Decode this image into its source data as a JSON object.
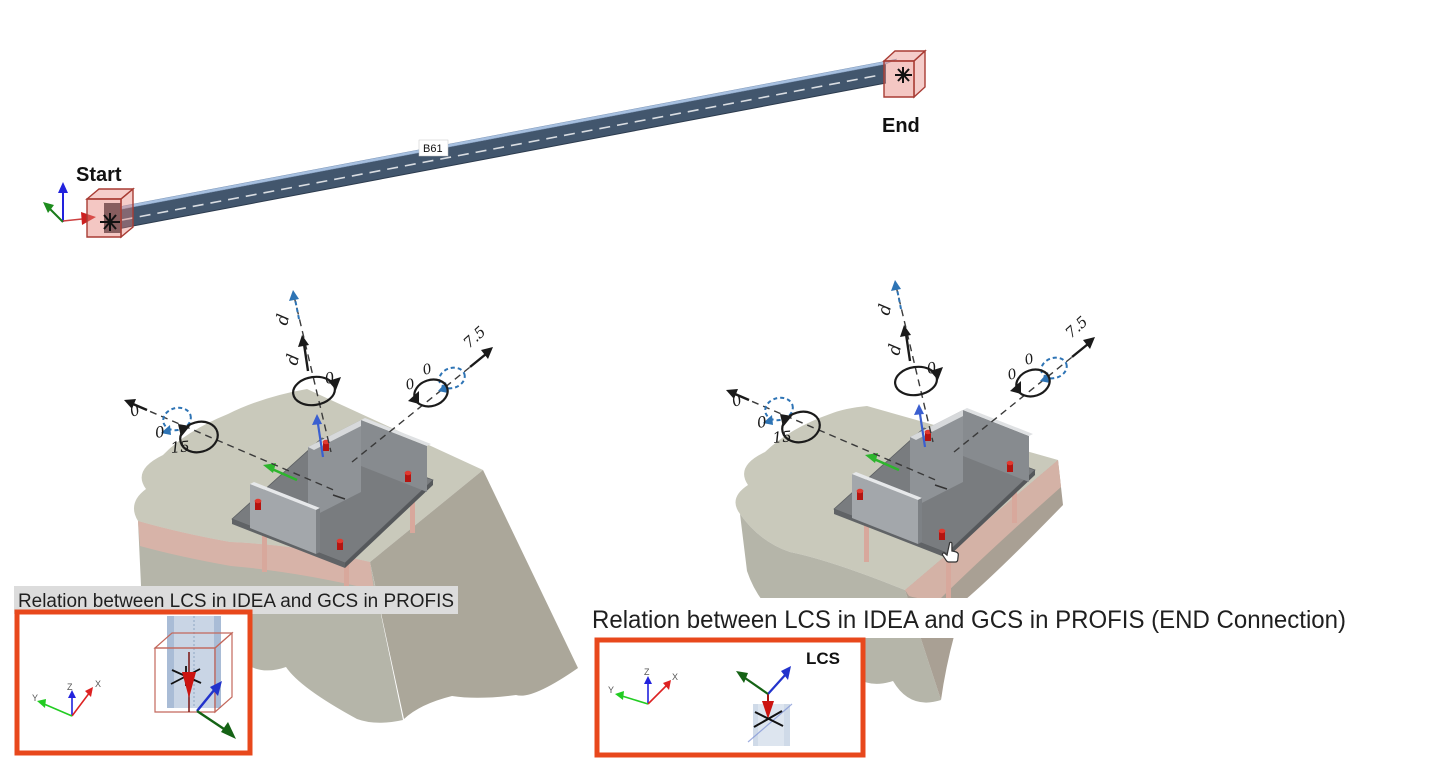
{
  "figure": {
    "description_labels_only": true
  },
  "beam_view": {
    "start_label": "Start",
    "end_label": "End",
    "beam_label": "B61"
  },
  "connection_views": {
    "left": {
      "vertical_axis": {
        "blue_label": "d",
        "black_label": "d",
        "circle_label": "0"
      },
      "left_axis": {
        "end_label": "0",
        "outer_circle_label": "0",
        "inner_circle_label": "15"
      },
      "right_axis": {
        "end_label": "7.5",
        "outer_circle_label": "0",
        "inner_circle_label": "0"
      }
    },
    "right": {
      "vertical_axis": {
        "blue_label": "d",
        "black_label": "d",
        "circle_label": "0"
      },
      "left_axis": {
        "end_label": "0",
        "outer_circle_label": "0",
        "inner_circle_label": "15"
      },
      "right_axis": {
        "end_label": "7.5",
        "outer_circle_label": "0",
        "inner_circle_label": "0"
      }
    }
  },
  "captions": {
    "left": "Relation between LCS in IDEA and GCS in PROFIS",
    "right": "Relation between LCS in IDEA and GCS in PROFIS (END Connection)"
  },
  "insets": {
    "left": {
      "axis_z": "Z",
      "axis_x": "X",
      "axis_y": "Y"
    },
    "right": {
      "axis_z": "Z",
      "axis_x": "X",
      "axis_y": "Y",
      "lcs_label": "LCS"
    }
  },
  "icons": {
    "cursor": "hand-pointer-icon",
    "node_marker": "asterisk-node-marker"
  },
  "colors": {
    "beam_top": "#a7c0e0",
    "beam_side": "#42566d",
    "wireframe_red": "#a83c34",
    "anchor_red": "#cc1410",
    "accent_orange": "#e8481c",
    "axis_annotation_blue": "#2e74b5",
    "gcs_blue": "#2222dd",
    "gcs_green": "#22bb22",
    "gcs_red": "#dd2222",
    "lcs_dark_green": "#156315",
    "concrete_top": "#c9c9bb",
    "concrete_side": "#b5b5a9",
    "concrete_warm": "#aba79a",
    "grout_pink": "#d9b3a8",
    "plate_gray": "#797c7f",
    "caption_bg": "#dcdcdc"
  }
}
